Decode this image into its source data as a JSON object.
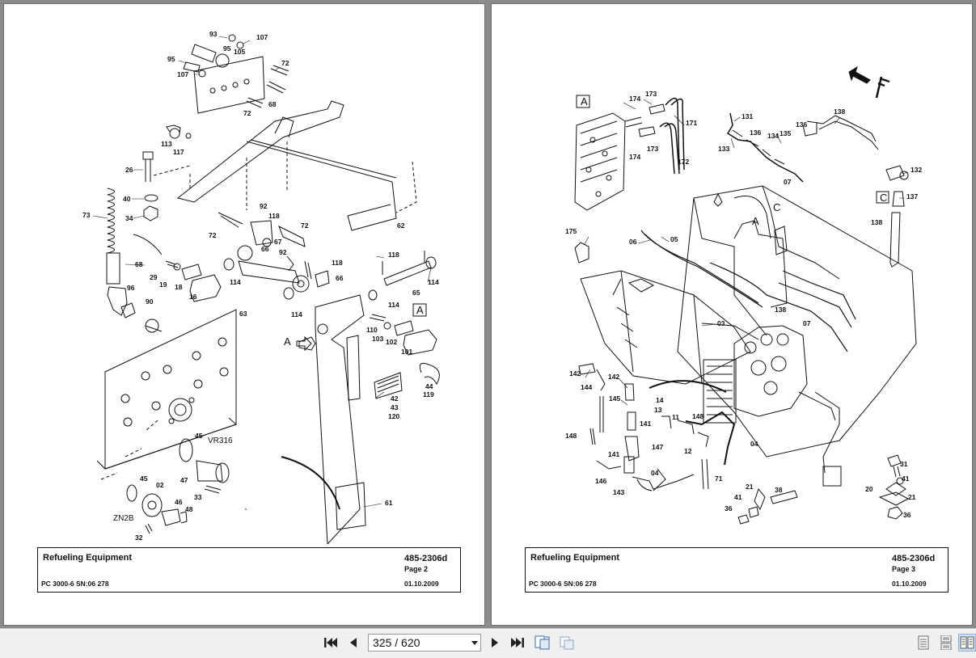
{
  "pages": [
    {
      "title": "Refueling Equipment",
      "doc_number": "485-2306d",
      "page_label": "Page 2",
      "model": "PC 3000-6 SN:06 278",
      "date": "01.10.2009",
      "callouts": [
        "93",
        "107",
        "95",
        "105",
        "95",
        "107",
        "72",
        "72",
        "68",
        "113",
        "117",
        "26",
        "40",
        "34",
        "73",
        "92",
        "118",
        "72",
        "67",
        "66",
        "92",
        "72",
        "62",
        "29",
        "19",
        "18",
        "16",
        "68",
        "114",
        "118",
        "66",
        "114",
        "118",
        "65",
        "114",
        "96",
        "90",
        "114",
        "110",
        "103",
        "102",
        "101",
        "A",
        "A",
        "63",
        "44",
        "119",
        "42",
        "43",
        "120",
        "VR316",
        "45",
        "45",
        "02",
        "47",
        "33",
        "46",
        "48",
        "ZN2B",
        "32",
        "61"
      ]
    },
    {
      "title": "Refueling Equipment",
      "doc_number": "485-2306d",
      "page_label": "Page 3",
      "model": "PC 3000-6 SN:06 278",
      "date": "01.10.2009",
      "callouts": [
        "A",
        "174",
        "173",
        "171",
        "174",
        "173",
        "172",
        "131",
        "133",
        "136",
        "134",
        "135",
        "136",
        "07",
        "138",
        "132",
        "C",
        "137",
        "138",
        "A",
        "C",
        "175",
        "06",
        "05",
        "138",
        "07",
        "03",
        "142",
        "144",
        "142",
        "145",
        "14",
        "141",
        "13",
        "11",
        "148",
        "04",
        "148",
        "147",
        "12",
        "141",
        "146",
        "143",
        "04",
        "71",
        "31",
        "41",
        "20",
        "21",
        "21",
        "38",
        "41",
        "36",
        "36"
      ]
    }
  ],
  "viewer": {
    "page_indicator": "325 / 620",
    "icons": [
      "first-page-icon",
      "prev-page-icon",
      "next-page-icon",
      "last-page-icon",
      "rotate-ccw-icon",
      "rotate-cw-icon",
      "single-page-view-icon",
      "continuous-view-icon",
      "facing-pages-view-icon"
    ]
  }
}
